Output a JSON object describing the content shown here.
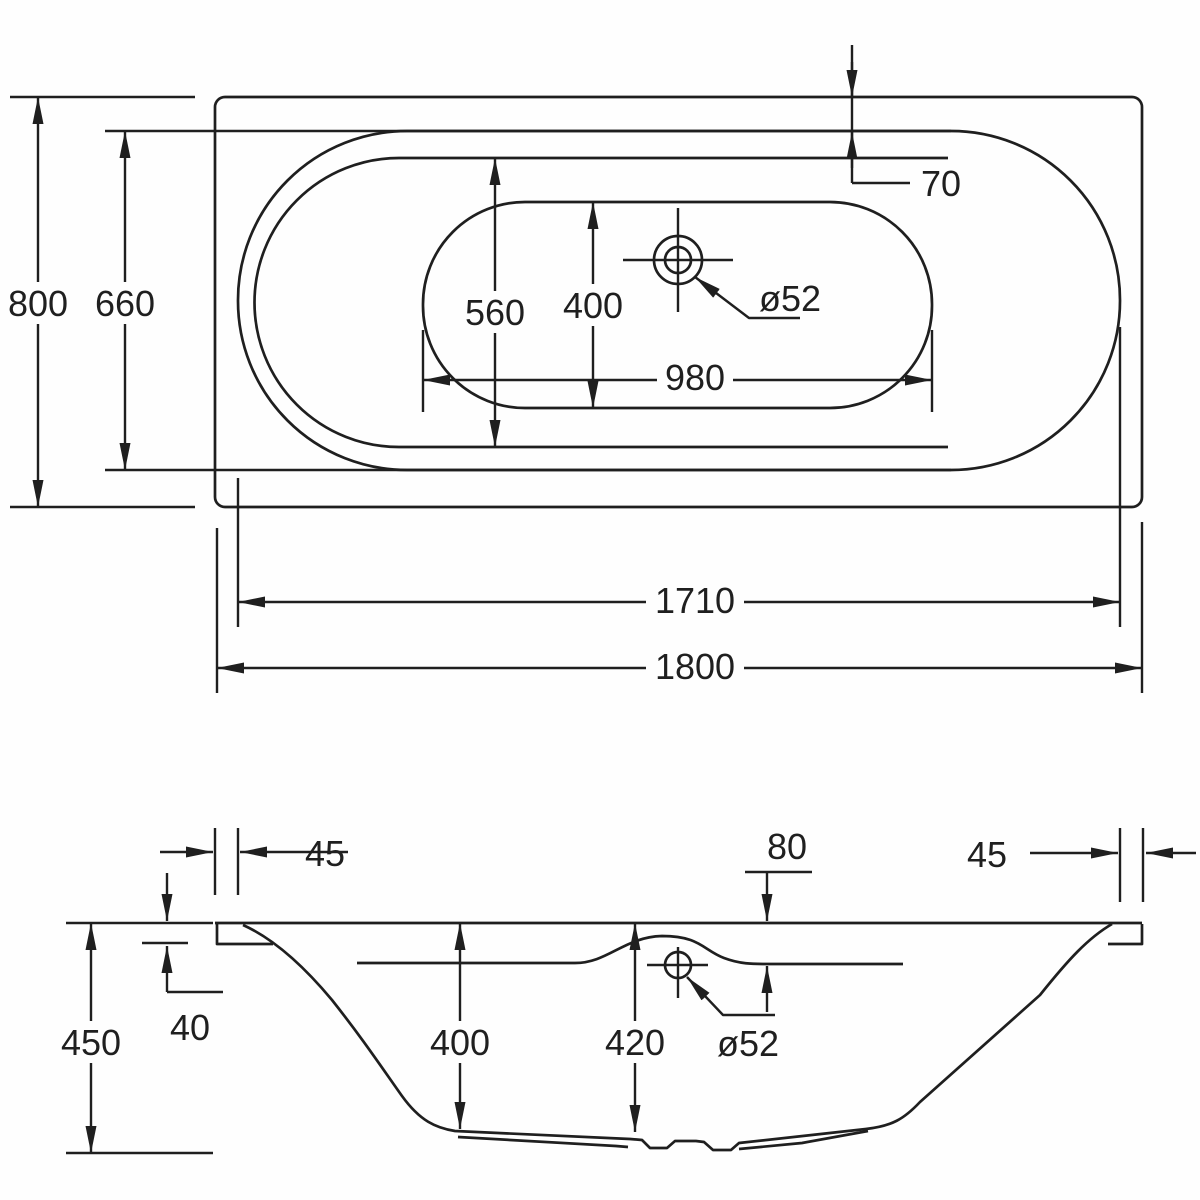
{
  "labels": {
    "plan": {
      "overall_length": "1800",
      "rim_length": "1710",
      "overall_width": "800",
      "rim_width": "660",
      "opening_width": "560",
      "floor_width": "400",
      "floor_length": "980",
      "edge_offset": "70",
      "drain_diameter": "ø52"
    },
    "section": {
      "overall_height": "450",
      "lip_height": "40",
      "ledge_left": "45",
      "ledge_right": "45",
      "rim_to_ledge": "80",
      "depth_left": "400",
      "depth_center": "420",
      "drain_diameter": "ø52"
    }
  },
  "colors": {
    "line": "#1f1f1f",
    "background": "#fefefe"
  }
}
